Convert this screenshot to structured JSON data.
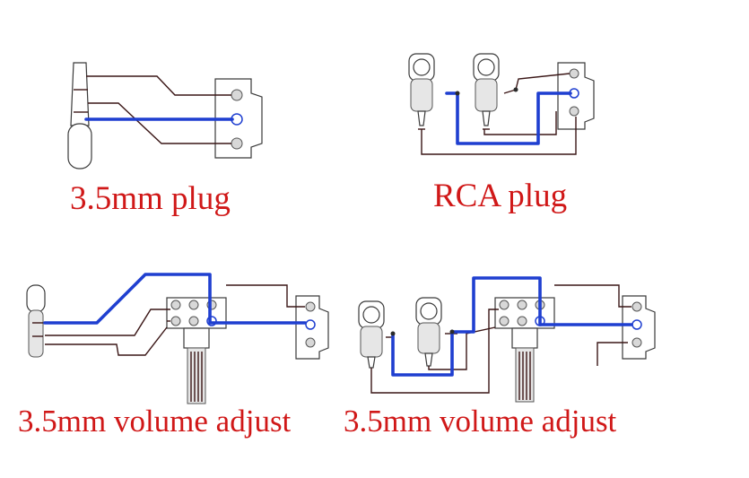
{
  "captions": {
    "top_left": "3.5mm plug",
    "top_right": "RCA plug",
    "bottom_left": "3.5mm volume adjust",
    "bottom_right": "3.5mm volume adjust"
  },
  "colors": {
    "caption": "#d01818",
    "wire": "#3a1616",
    "signal_wire": "#1f3fd0",
    "background": "#ffffff"
  }
}
